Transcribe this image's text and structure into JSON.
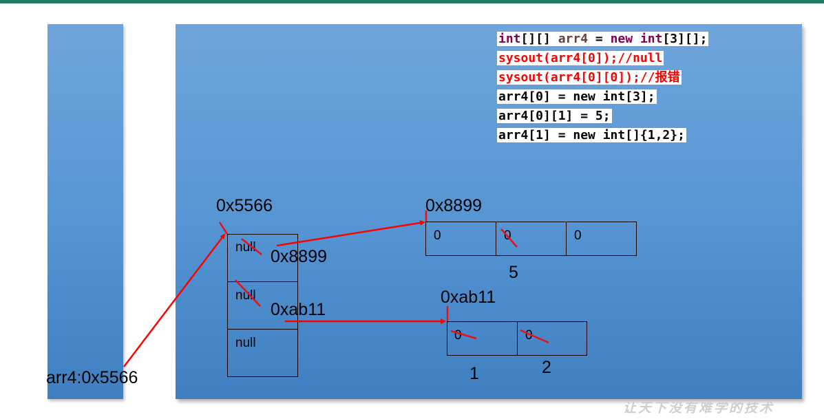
{
  "code_lines": [
    {
      "style": "plain",
      "parts": [
        {
          "t": "int",
          "c": "kw"
        },
        {
          "t": "[][] ",
          "c": ""
        },
        {
          "t": "arr4",
          "c": "var"
        },
        {
          "t": " = ",
          "c": ""
        },
        {
          "t": "new",
          "c": "kw"
        },
        {
          "t": " ",
          "c": ""
        },
        {
          "t": "int",
          "c": "kw"
        },
        {
          "t": "[3][];",
          "c": ""
        }
      ]
    },
    {
      "style": "red",
      "text": "sysout(arr4[0]);//null"
    },
    {
      "style": "red",
      "text": "sysout(arr4[0][0]);//报错"
    },
    {
      "style": "plain",
      "text": "arr4[0] = new int[3];"
    },
    {
      "style": "plain",
      "text": "arr4[0][1] = 5;"
    },
    {
      "style": "plain",
      "text": "arr4[1] = new int[]{1,2};"
    }
  ],
  "stack_label": "arr4:0x5566",
  "outer_array": {
    "address": "0x5566",
    "cells": [
      "null",
      "null",
      "null"
    ]
  },
  "reassigned": {
    "row0": "0x8899",
    "row1": "0xab11"
  },
  "array_8899": {
    "address": "0x8899",
    "cells": [
      "0",
      "0",
      "0"
    ],
    "new_value": "5"
  },
  "array_ab11": {
    "address": "0xab11",
    "cells": [
      "0",
      "0"
    ],
    "new_values": [
      "1",
      "2"
    ]
  },
  "watermark": "让天下没有难学的技术",
  "colors": {
    "arrow": "#ff0000",
    "strike": "#e8101a",
    "memory_area": "#5594d3",
    "top_bar": "#1f7a66"
  }
}
